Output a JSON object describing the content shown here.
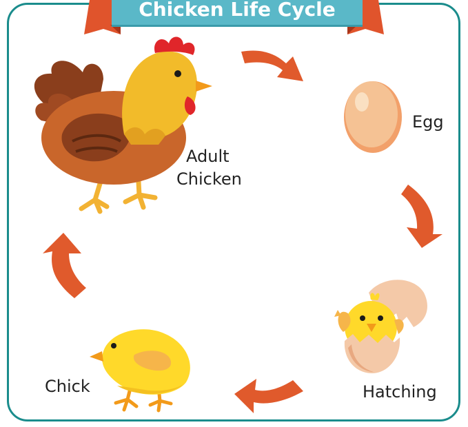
{
  "title": "Chicken Life Cycle",
  "stages": {
    "adult": {
      "line1": "Adult",
      "line2": "Chicken"
    },
    "egg": "Egg",
    "hatching": "Hatching",
    "chick": "Chick"
  },
  "colors": {
    "frame": "#1a8c8c",
    "banner": "#5ab8c8",
    "ribbon": "#e0542c",
    "arrow": "#e05a2c"
  },
  "icons": [
    "hen-icon",
    "egg-icon",
    "hatching-chick-icon",
    "chick-icon",
    "cycle-arrow-icon"
  ]
}
